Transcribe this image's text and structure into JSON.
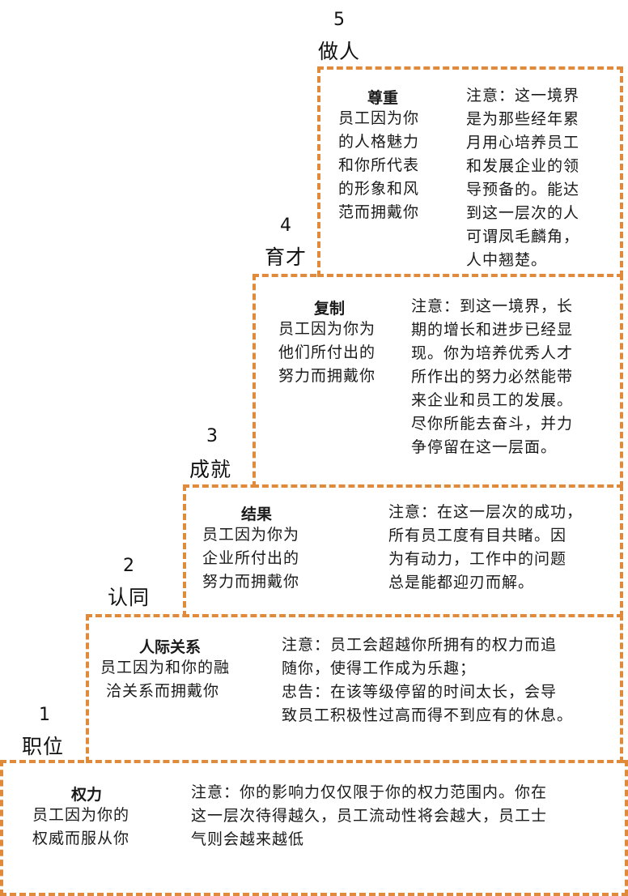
{
  "levels": [
    {
      "number": "5",
      "name": "做人",
      "title": "尊重",
      "description": "员工因为你\n的人格魅力\n和你所代表\n的形象和风\n范而拥戴你",
      "note": "注意：这一境界\n是为那些经年累\n月用心培养员工\n和发展企业的领\n导预备的。能达\n到这一层次的人\n可谓凤毛麟角，\n人中翘楚。"
    },
    {
      "number": "4",
      "name": "育才",
      "title": "复制",
      "description": "员工因为你为\n他们所付出的\n努力而拥戴你",
      "note": "注意：到这一境界，长\n期的增长和进步已经显\n现。你为培养优秀人才\n所作出的努力必然能带\n来企业和员工的发展。\n尽你所能去奋斗，并力\n争停留在这一层面。"
    },
    {
      "number": "3",
      "name": "成就",
      "title": "结果",
      "description": "员工因为你为\n企业所付出的\n努力而拥戴你",
      "note": "注意：在这一层次的成功，\n所有员工度有目共睹。因\n为有动力，工作中的问题\n总是能都迎刃而解。"
    },
    {
      "number": "2",
      "name": "认同",
      "title": "人际关系",
      "description": "员工因为和你的融\n 洽关系而拥戴你",
      "note": "注意：员工会超越你所拥有的权力而追\n随你，使得工作成为乐趣；\n忠告：在该等级停留的时间太长，会导\n致员工积极性过高而得不到应有的休息。"
    },
    {
      "number": "1",
      "name": "职位",
      "title": "权力",
      "description": "员工因为你的\n权威而服从你",
      "note": "注意：你的影响力仅仅限于你的权力范围内。你在\n这一层次待得越久，员工流动性将会越大，员工士\n气则会越来越低"
    }
  ],
  "colors": {
    "border": "#e08a3c"
  }
}
